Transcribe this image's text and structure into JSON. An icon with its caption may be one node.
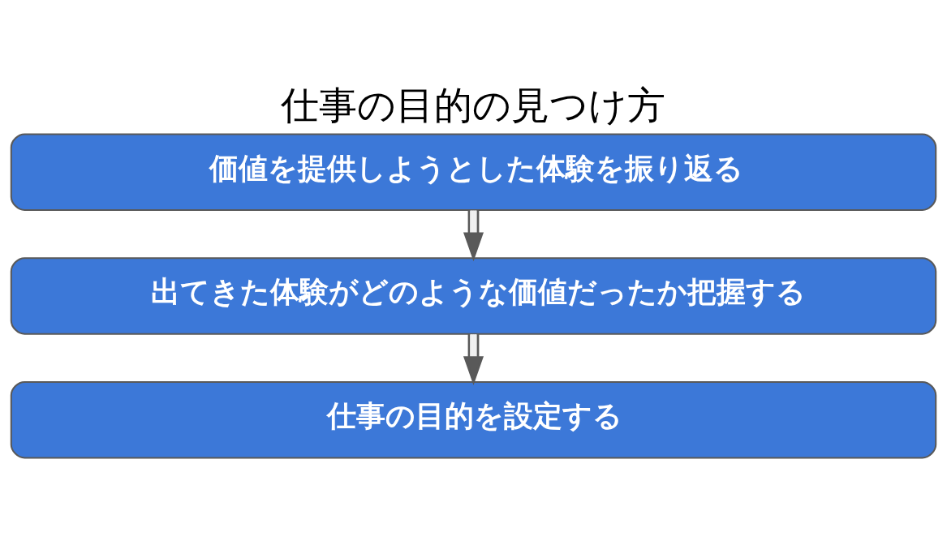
{
  "diagram": {
    "title": "仕事の目的の見つけ方",
    "nodes": [
      {
        "text": [
          "価値を提供しようとした体験を振り返る"
        ]
      },
      {
        "text": [
          "出てきた体験がどのような価値だったか把握する"
        ]
      },
      {
        "text": [
          "仕事の目的を設定する"
        ]
      }
    ],
    "edges": [
      {
        "from": 0,
        "to": 1,
        "arrow": "to"
      },
      {
        "from": 1,
        "to": 2,
        "arrow": "to"
      }
    ]
  }
}
